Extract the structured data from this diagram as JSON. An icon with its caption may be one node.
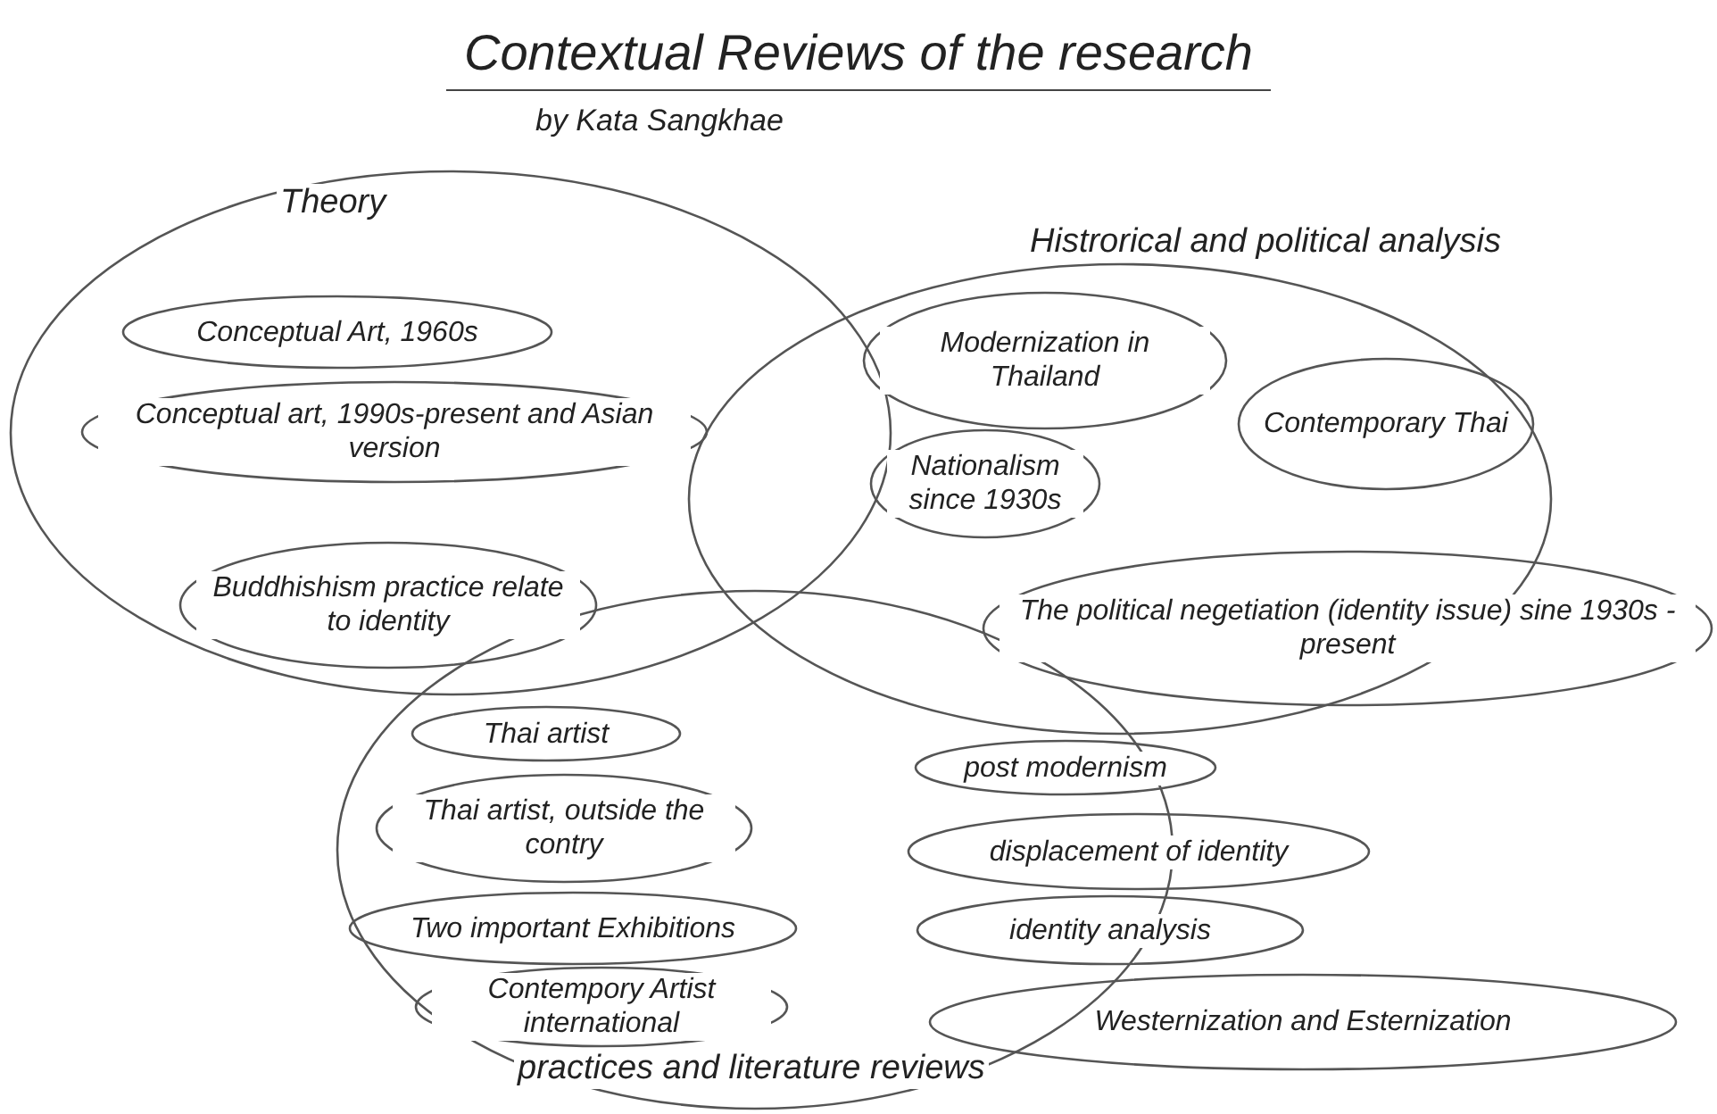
{
  "diagram": {
    "title": "Contextual Reviews of the research",
    "nodes": [
      {
        "text": [
          "Theory"
        ]
      },
      {
        "text": [
          "Conceptual Art, 1960s"
        ],
        "in": 0
      },
      {
        "text": [
          "Conceptual art, 1990s-present and Asian version"
        ],
        "in": 0
      },
      {
        "text": [
          "Buddhishism practice relate to identity"
        ],
        "in": 0
      },
      {
        "text": [
          "Histrorical and political analysis"
        ]
      },
      {
        "text": [
          "Modernization in Thailand"
        ],
        "in": 4
      },
      {
        "text": [
          "Contemporary Thai"
        ],
        "in": 4
      },
      {
        "text": [
          "Nationalism since 1930s"
        ],
        "in": 4
      },
      {
        "text": [
          "The political negetiation (identity issue) sine 1930s - present"
        ]
      },
      {
        "text": [
          "practices and literature reviews"
        ]
      },
      {
        "text": [
          "Thai artist"
        ],
        "in": 9
      },
      {
        "text": [
          "Thai artist, outside the contry"
        ],
        "in": 9
      },
      {
        "text": [
          "Two important Exhibitions"
        ],
        "in": 9
      },
      {
        "text": [
          "Contempory Artist international"
        ],
        "in": 9
      },
      {
        "text": [
          "post modernism"
        ]
      },
      {
        "text": [
          "displacement of identity"
        ]
      },
      {
        "text": [
          "identity analysis"
        ]
      },
      {
        "text": [
          "Westernization and Esternization"
        ]
      }
    ],
    "labels": [
      "by Kata Sangkhae"
    ]
  }
}
